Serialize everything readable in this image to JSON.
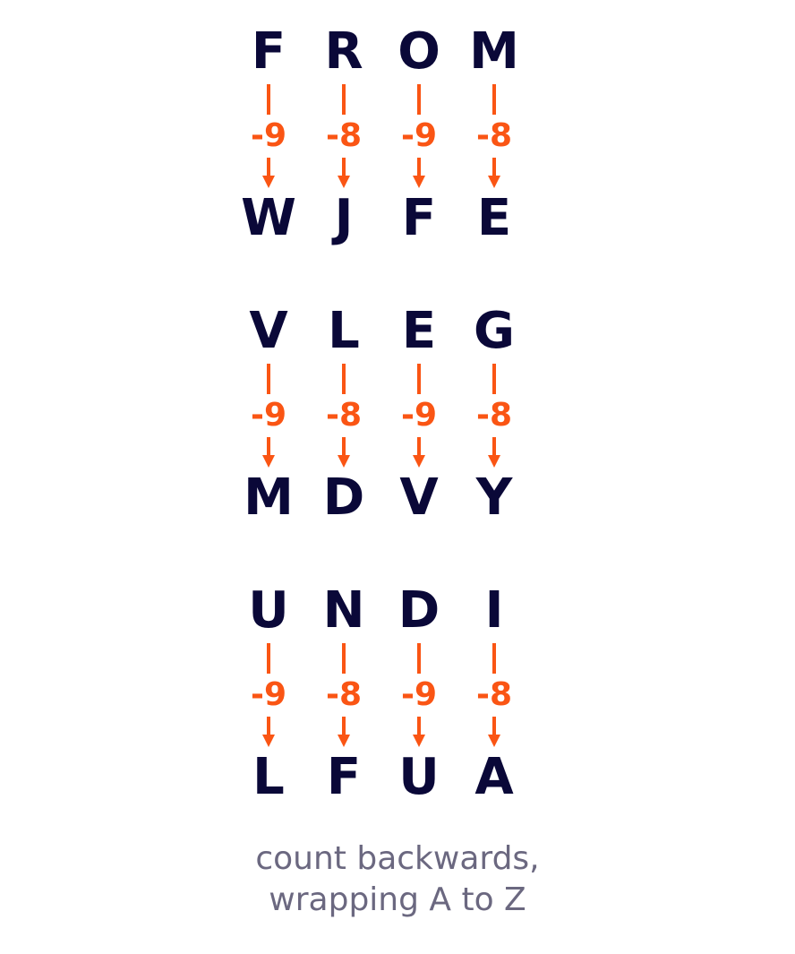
{
  "rows": [
    {
      "source": [
        "F",
        "R",
        "O",
        "M"
      ],
      "shifts": [
        "-9",
        "-8",
        "-9",
        "-8"
      ],
      "result": [
        "W",
        "J",
        "F",
        "E"
      ]
    },
    {
      "source": [
        "V",
        "L",
        "E",
        "G"
      ],
      "shifts": [
        "-9",
        "-8",
        "-9",
        "-8"
      ],
      "result": [
        "M",
        "D",
        "V",
        "Y"
      ]
    },
    {
      "source": [
        "U",
        "N",
        "D",
        "I"
      ],
      "shifts": [
        "-9",
        "-8",
        "-9",
        "-8"
      ],
      "result": [
        "L",
        "F",
        "U",
        "A"
      ]
    }
  ],
  "caption": {
    "line1": "count backwards,",
    "line2": "wrapping A to Z"
  },
  "colors": {
    "letter": "#0a0838",
    "shift": "#fa5514",
    "caption": "#6b6880"
  },
  "icons": {
    "shift_arrow": "down-arrow-icon"
  }
}
